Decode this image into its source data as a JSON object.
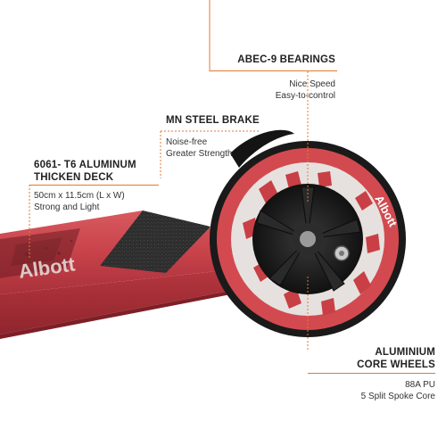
{
  "colors": {
    "accent": "#e07a30",
    "deck_red": "#c8424a",
    "deck_dark": "#a22f37",
    "tire_red": "#d24a4f",
    "wheel_black": "#1e1e1e",
    "grip_tape": "#2b2b2b"
  },
  "callouts": {
    "bearings": {
      "title": "ABEC-9 BEARINGS",
      "line1": "Nice Speed",
      "line2": "Easy-to-control"
    },
    "brake": {
      "title": "MN STEEL BRAKE",
      "line1": "Noise-free",
      "line2": "Greater Strength"
    },
    "deck": {
      "title1": "6061- T6 ALUMINUM",
      "title2": "THICKEN DECK",
      "line1": "50cm x 11.5cm (L x W)",
      "line2": "Strong and Light"
    },
    "wheels": {
      "title1": "ALUMINIUM",
      "title2": "CORE WHEELS",
      "line1": "88A PU",
      "line2": "5 Split Spoke Core"
    }
  },
  "wheel_brand": "Albott",
  "deck_logo": "Albott"
}
